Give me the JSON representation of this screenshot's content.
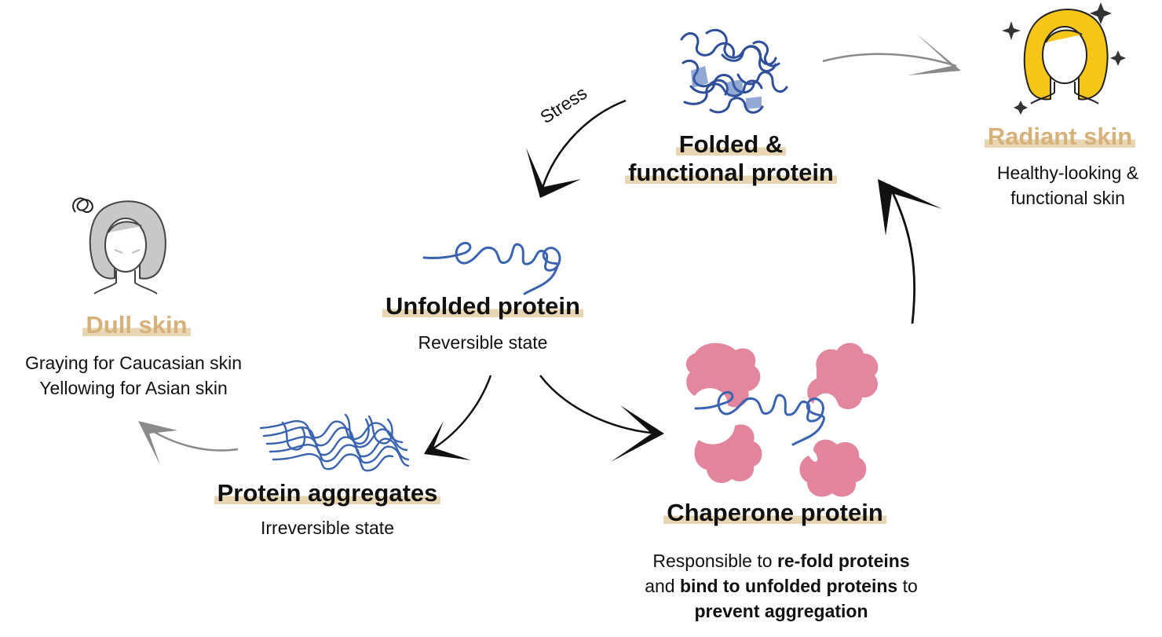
{
  "nodes": {
    "folded": {
      "line1": "Folded &",
      "line2": "functional protein"
    },
    "unfolded": {
      "title": "Unfolded protein",
      "subtitle": "Reversible state"
    },
    "aggregates": {
      "title": "Protein aggregates",
      "subtitle": "Irreversible state"
    },
    "chaperone": {
      "title": "Chaperone protein",
      "desc": {
        "p1": "Responsible to ",
        "b1": "re-fold proteins",
        "p2": "and ",
        "b2": "bind to unfolded proteins",
        "p3": " to",
        "b3": "prevent aggregation"
      }
    },
    "radiant": {
      "title": "Radiant skin",
      "line1": "Healthy-looking &",
      "line2": "functional skin"
    },
    "dull": {
      "title": "Dull skin",
      "line1": "Graying for Caucasian skin",
      "line2": "Yellowing for Asian skin"
    }
  },
  "arrows": {
    "stress_label": "Stress"
  },
  "colors": {
    "protein_blue": "#3a63b0",
    "folded_blue": "#2f4f9a",
    "chaperone_pink": "#e07a93",
    "skin_title": "#d6b27a",
    "highlight": "#e8d6b3",
    "radiant_hair": "#f5c518",
    "dull_hair": "#c8c8c8",
    "arrow_dark": "#111111",
    "arrow_gray": "#888888"
  },
  "icons": [
    "folded-protein-icon",
    "unfolded-protein-icon",
    "aggregates-icon",
    "chaperone-icon",
    "radiant-face-icon",
    "dull-face-icon",
    "sparkle-icon"
  ]
}
